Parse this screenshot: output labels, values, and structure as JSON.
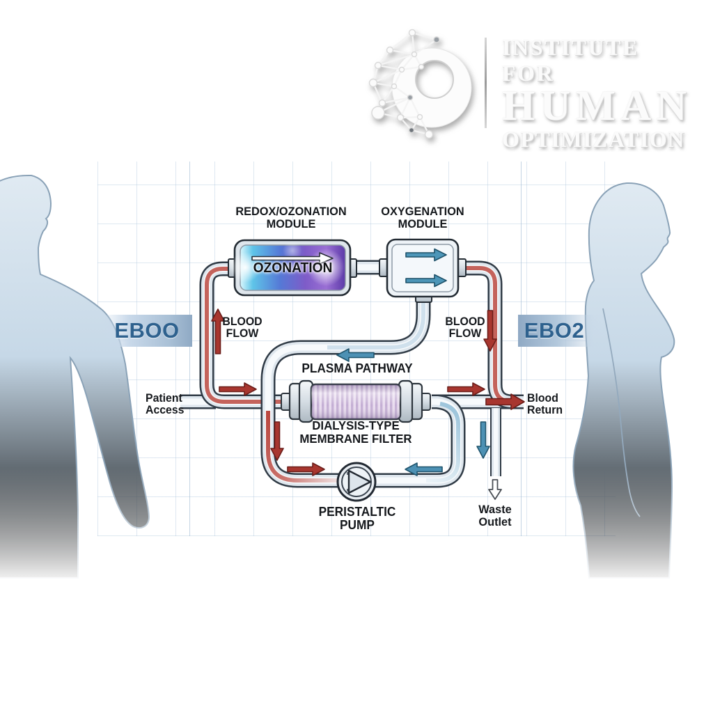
{
  "header": {
    "logo": {
      "mark": "network-circle-emblem",
      "line1": "INSTITUTE FOR",
      "line2": "HUMAN",
      "line3": "OPTIMIZATION"
    }
  },
  "diagram": {
    "banner_left": "EBOO",
    "banner_right": "EBO2",
    "modules": {
      "redox": "REDOX/OZONATION\nMODULE",
      "oxygenation": "OXYGENATION\nMODULE",
      "ozonation_screen": "OZONATION"
    },
    "flow_labels": {
      "blood_flow_left": "BLOOD\nFLOW",
      "blood_flow_right": "BLOOD\nFLOW",
      "plasma_pathway": "PLASMA PATHWAY",
      "membrane_filter": "DIALYSIS-TYPE\nMEMBRANE FILTER",
      "peristaltic_pump": "PERISTALTIC\nPUMP"
    },
    "ports": {
      "patient_access": "Patient\nAccess",
      "blood_return": "Blood\nReturn",
      "waste_outlet": "Waste\nOutlet"
    }
  },
  "colors": {
    "blood": "#a8362f",
    "plasma": "#4d91b4",
    "banner_text": "#2e618e",
    "pipe_outline": "#303b46"
  }
}
